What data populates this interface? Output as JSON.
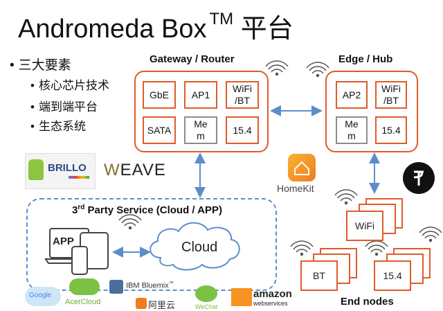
{
  "title": {
    "main": "Andromeda Box",
    "tm": "TM",
    "suffix": "平台"
  },
  "bullets": {
    "l1": "三大要素",
    "items": [
      "核心芯片技术",
      "端到端平台",
      "生态系统"
    ]
  },
  "gateway": {
    "header": "Gateway / Router",
    "cells": [
      "GbE",
      "AP1",
      "WiFi\n/BT",
      "SATA",
      "Me\nm",
      "15.4"
    ]
  },
  "edge": {
    "header": "Edge / Hub",
    "cells": [
      "AP2",
      "WiFi\n/BT",
      "Me\nm",
      "15.4"
    ]
  },
  "third_party": {
    "header_pre": "3",
    "header_sup": "rd",
    "header_post": " Party Service (Cloud / APP)",
    "app": "APP",
    "cloud": "Cloud"
  },
  "end_nodes": {
    "label": "End nodes",
    "wifi": "WiFi",
    "bt": "BT",
    "z154": "15.4"
  },
  "logos": {
    "brillo": "BRILLO",
    "weave": "EAVE",
    "homekit": "HomeKit",
    "bluemix": "IBM Bluemix",
    "bluemix_tm": "™",
    "aliyun": "阿里云",
    "acer": "AcerCloud",
    "amazon": "amazon",
    "amazon_sub": "webservices",
    "wechat": "WeChat",
    "google": "Google"
  },
  "colors": {
    "orange": "#e05a2b",
    "gray": "#8c8c8c",
    "blue": "#5b8ec9"
  }
}
